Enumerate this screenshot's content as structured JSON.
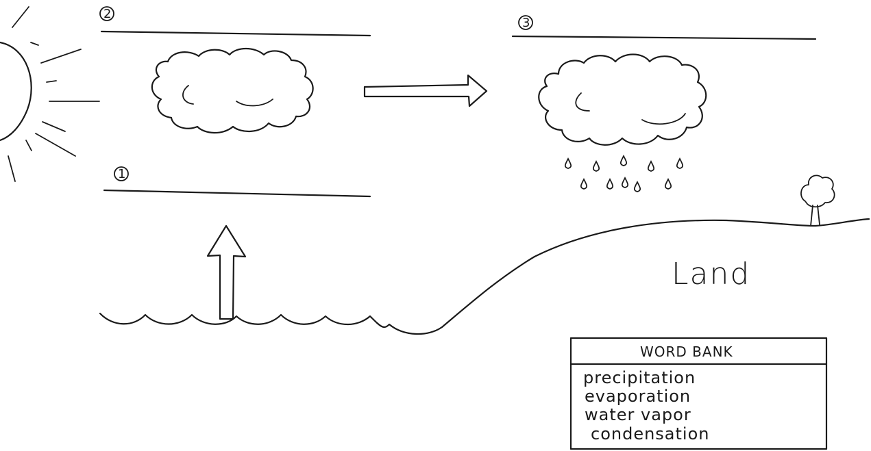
{
  "labels": {
    "step1": "1",
    "step2": "2",
    "step3": "3",
    "land": "Land"
  },
  "word_bank": {
    "title": "WORD BANK",
    "words": [
      "precipitation",
      "evaporation",
      "water vapor",
      "condensation"
    ]
  }
}
